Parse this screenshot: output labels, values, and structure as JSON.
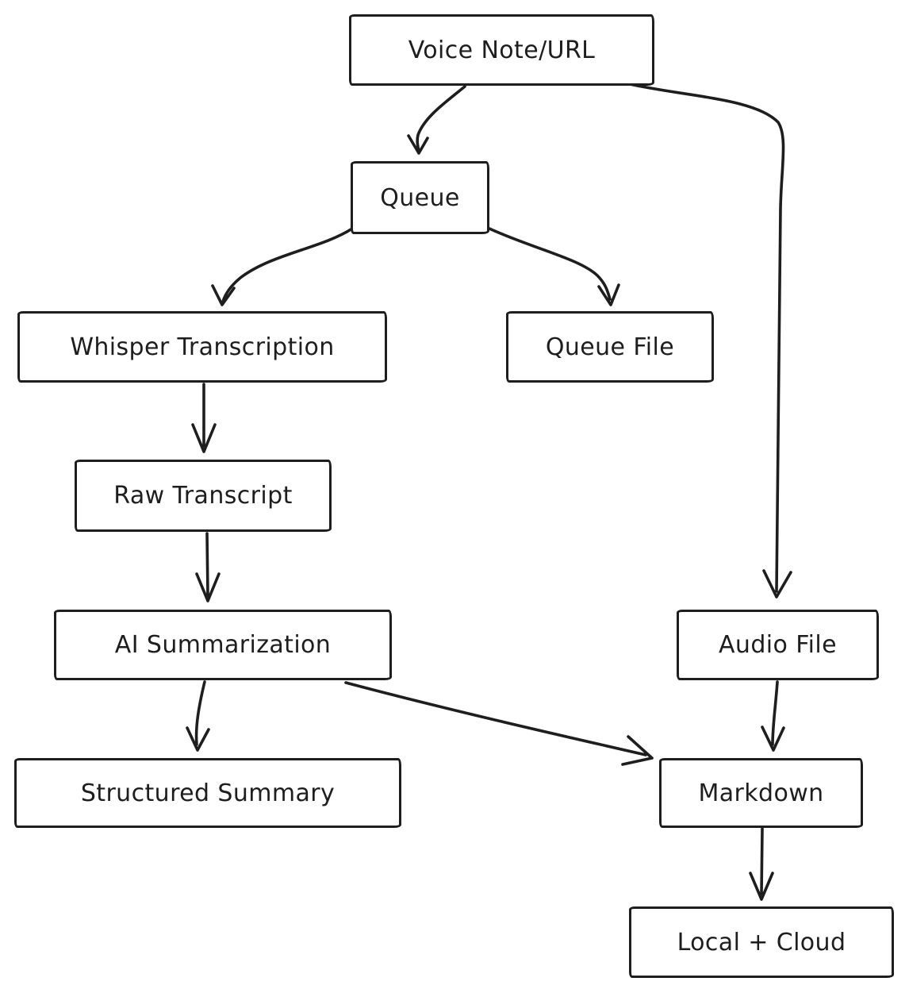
{
  "diagram": {
    "type": "flowchart",
    "style": "hand-drawn",
    "colors": {
      "stroke": "#1e1e1e",
      "background": "#ffffff",
      "box_fill": "#ffffff"
    },
    "nodes": [
      {
        "id": "voice-note-url",
        "label": "Voice Note/URL"
      },
      {
        "id": "queue",
        "label": "Queue"
      },
      {
        "id": "whisper-transcription",
        "label": "Whisper Transcription"
      },
      {
        "id": "queue-file",
        "label": "Queue File"
      },
      {
        "id": "raw-transcript",
        "label": "Raw Transcript"
      },
      {
        "id": "ai-summarization",
        "label": "AI Summarization"
      },
      {
        "id": "audio-file",
        "label": "Audio File"
      },
      {
        "id": "structured-summary",
        "label": "Structured Summary"
      },
      {
        "id": "markdown",
        "label": "Markdown"
      },
      {
        "id": "local-cloud",
        "label": "Local + Cloud"
      }
    ],
    "edges": [
      {
        "from": "voice-note-url",
        "to": "queue"
      },
      {
        "from": "queue",
        "to": "whisper-transcription"
      },
      {
        "from": "queue",
        "to": "queue-file"
      },
      {
        "from": "voice-note-url",
        "to": "audio-file"
      },
      {
        "from": "whisper-transcription",
        "to": "raw-transcript"
      },
      {
        "from": "raw-transcript",
        "to": "ai-summarization"
      },
      {
        "from": "ai-summarization",
        "to": "structured-summary"
      },
      {
        "from": "ai-summarization",
        "to": "markdown"
      },
      {
        "from": "audio-file",
        "to": "markdown"
      },
      {
        "from": "markdown",
        "to": "local-cloud"
      }
    ]
  }
}
